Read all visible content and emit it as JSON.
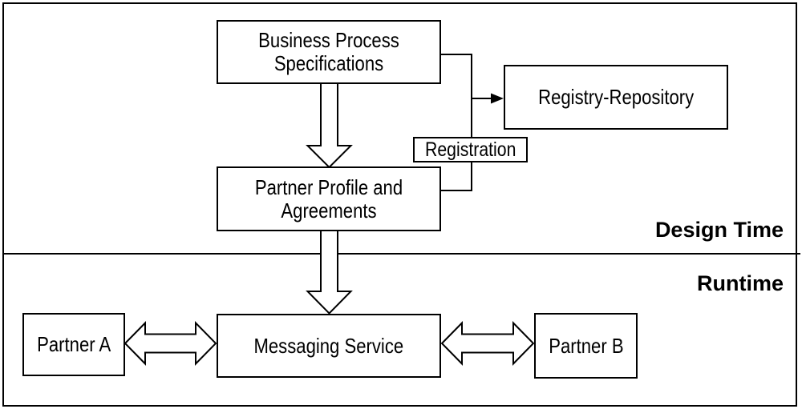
{
  "diagram": {
    "sections": {
      "design_time": "Design Time",
      "runtime": "Runtime"
    },
    "nodes": {
      "business_process": "Business Process Specifications",
      "registry_repository": "Registry-Repository",
      "registration": "Registration",
      "partner_profile": "Partner Profile and Agreements",
      "partner_a": "Partner A",
      "messaging_service": "Messaging Service",
      "partner_b": "Partner B"
    },
    "edges": [
      {
        "from": "business_process",
        "to": "partner_profile",
        "type": "hollow-block-arrow-down"
      },
      {
        "from": "business_process",
        "to": "registry_repository",
        "label": "Registration",
        "type": "thin-arrow"
      },
      {
        "from": "partner_profile",
        "to": "registry_repository",
        "label": "Registration",
        "type": "thin-line"
      },
      {
        "from": "partner_profile",
        "to": "messaging_service",
        "type": "hollow-block-arrow-down"
      },
      {
        "from": "partner_a",
        "to": "messaging_service",
        "type": "hollow-double-arrow"
      },
      {
        "from": "messaging_service",
        "to": "partner_b",
        "type": "hollow-double-arrow"
      }
    ],
    "colors": {
      "line": "#000000",
      "background": "#ffffff",
      "text": "#000000"
    }
  }
}
